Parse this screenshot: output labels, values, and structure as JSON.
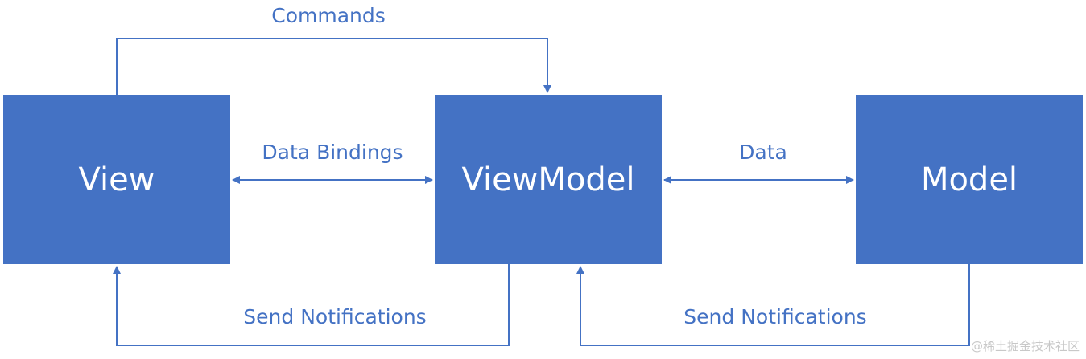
{
  "nodes": {
    "view": "View",
    "viewmodel": "ViewModel",
    "model": "Model"
  },
  "edges": {
    "commands": "Commands",
    "data_bindings": "Data Bindings",
    "data": "Data",
    "send_notifications_vm_to_view": "Send Notifications",
    "send_notifications_model_to_vm": "Send Notifications"
  },
  "watermark": "@稀土掘金技术社区",
  "colors": {
    "box_fill": "#4472c4",
    "box_text": "#ffffff",
    "connector": "#4472c4"
  }
}
